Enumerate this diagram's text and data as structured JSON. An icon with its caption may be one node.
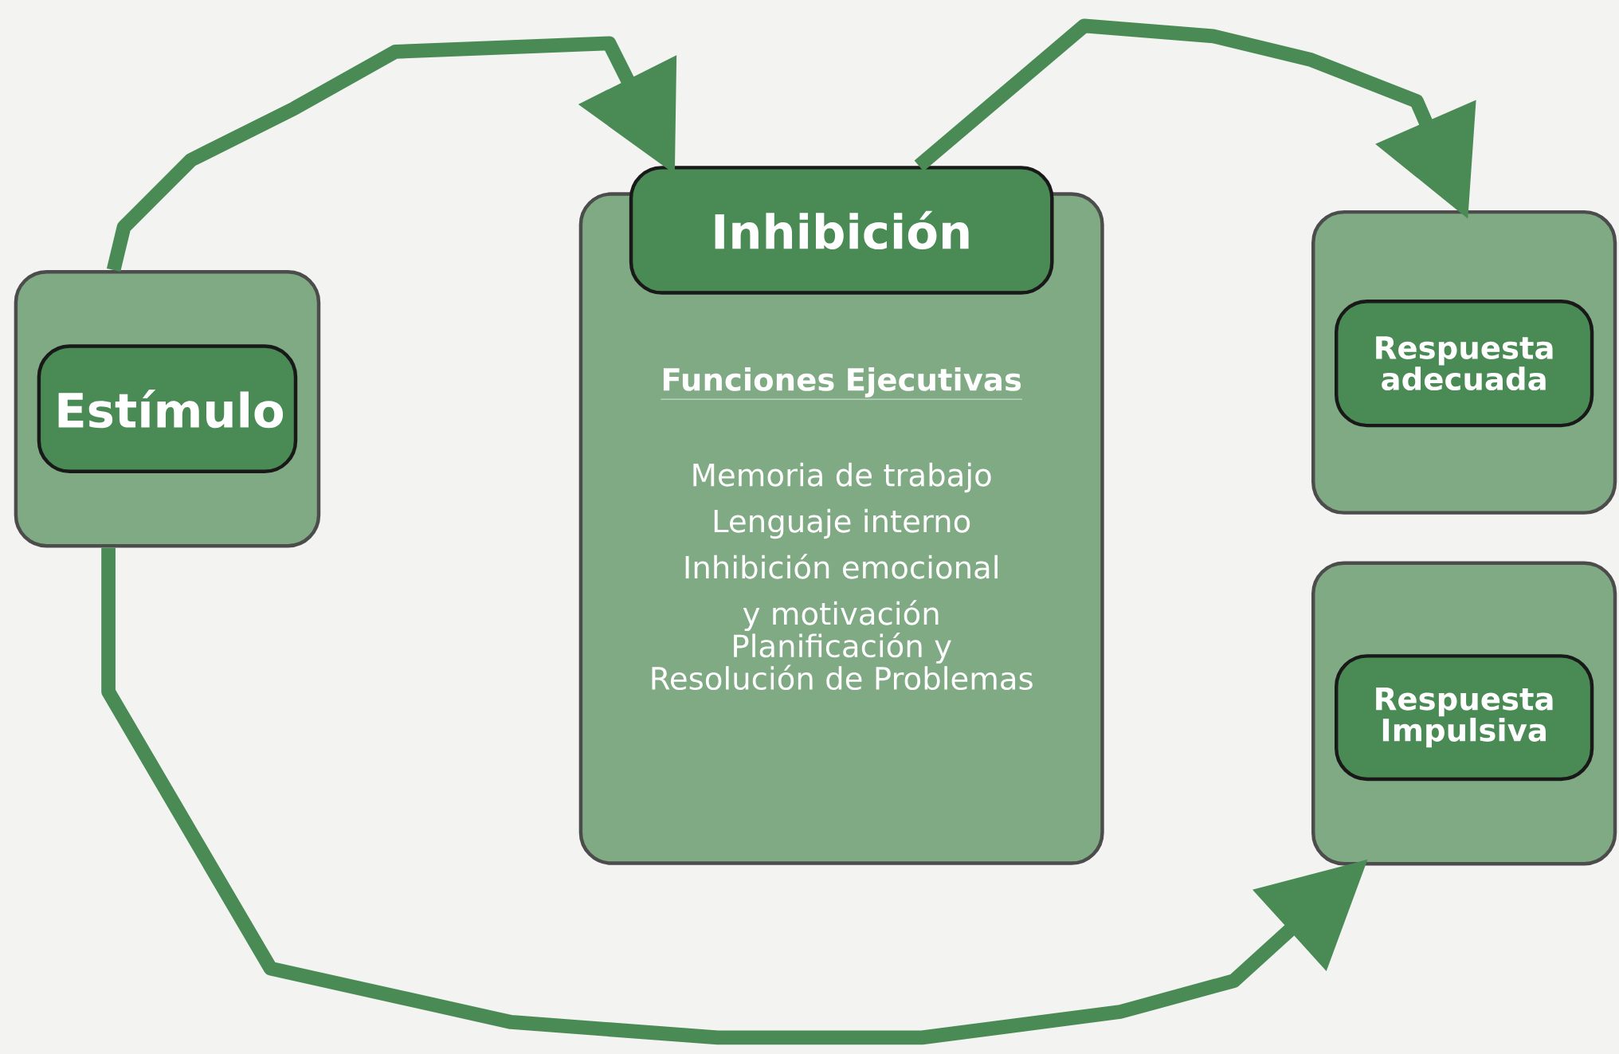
{
  "diagram": {
    "nodes": [
      {
        "text": [],
        "shape": "box"
      },
      {
        "text": [
          "Estímulo"
        ],
        "in": 0
      },
      {
        "text": [
          "Funciones Ejecutivas",
          "Memoria de trabajo",
          "Lenguaje interno",
          "Inhibición emocional y motivación",
          "Planificación y Resolución de Problemas"
        ]
      },
      {
        "text": [
          "Inhibición"
        ]
      },
      {
        "text": [],
        "shape": "box"
      },
      {
        "text": [
          "Respuesta adecuada"
        ],
        "in": 4
      },
      {
        "text": [],
        "shape": "box"
      },
      {
        "text": [
          "Respuesta Impulsiva"
        ],
        "in": 6
      }
    ],
    "edges": [
      {
        "from": 0,
        "to": 3,
        "arrow": "to"
      },
      {
        "from": 3,
        "to": 4,
        "arrow": "to"
      },
      {
        "from": 0,
        "to": 6,
        "arrow": "to"
      }
    ]
  }
}
